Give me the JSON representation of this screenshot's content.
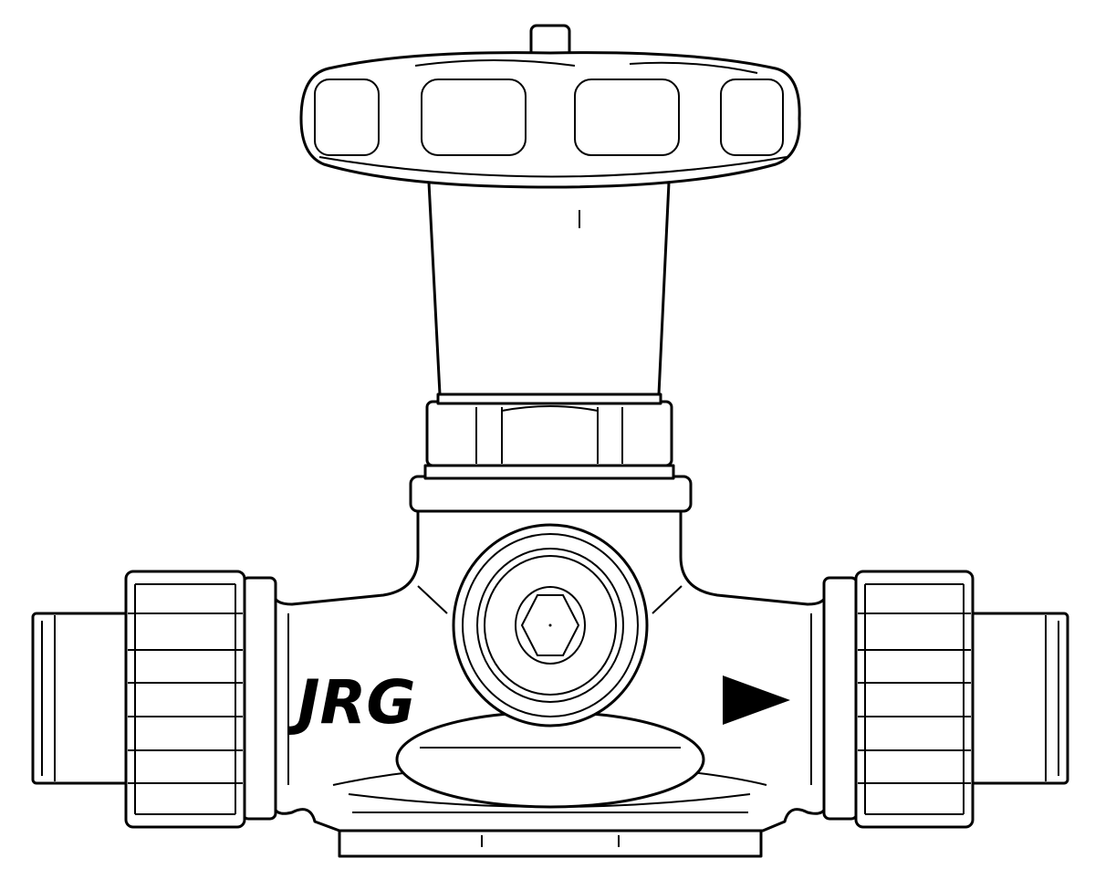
{
  "drawing": {
    "subject": "valve",
    "logo_text": "JRG",
    "flow_direction": "right",
    "colors": {
      "line": "#000000",
      "background": "#ffffff"
    }
  }
}
